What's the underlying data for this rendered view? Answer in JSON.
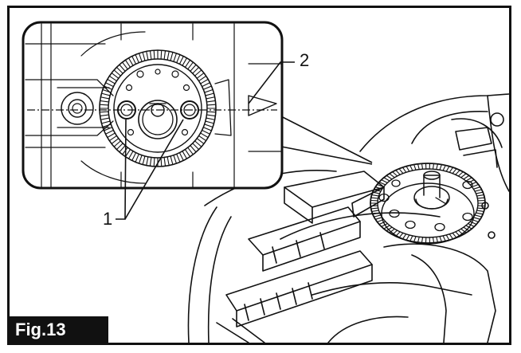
{
  "figure": {
    "label": "Fig.13",
    "callouts": [
      {
        "id": "1",
        "text": "1"
      },
      {
        "id": "2",
        "text": "2"
      }
    ]
  },
  "colors": {
    "line": "#111111",
    "background": "#ffffff",
    "label_bg": "#111111",
    "label_text": "#ffffff"
  }
}
